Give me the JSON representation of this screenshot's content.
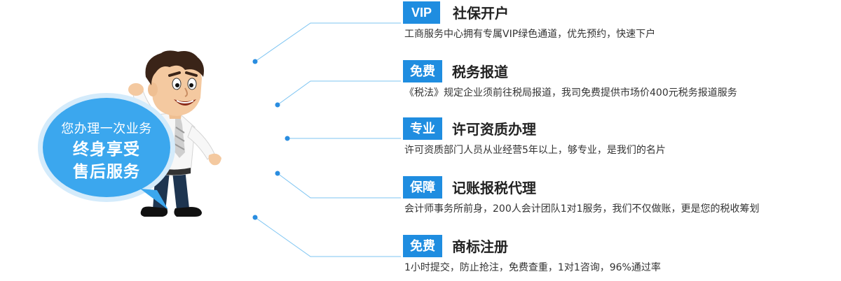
{
  "bubble": {
    "line1": "您办理一次业务",
    "line2": "终身享受",
    "line3": "售后服务"
  },
  "features": [
    {
      "badge": "VIP",
      "title": "社保开户",
      "desc": "工商服务中心拥有专属VIP绿色通道，优先预约，快速下户"
    },
    {
      "badge": "免费",
      "title": "税务报道",
      "desc": "《税法》规定企业须前往税局报道，我司免费提供市场价400元税务报道服务"
    },
    {
      "badge": "专业",
      "title": "许可资质办理",
      "desc": "许可资质部门人员从业经营5年以上，够专业，是我们的名片"
    },
    {
      "badge": "保障",
      "title": "记账报税代理",
      "desc": "会计师事务所前身，200人会计团队1对1服务，我们不仅做账，更是您的税收筹划"
    },
    {
      "badge": "免费",
      "title": "商标注册",
      "desc": "1小时提交，防止抢注，免费查重，1对1咨询，96%通过率"
    }
  ],
  "colors": {
    "badge": "#1f8de0",
    "bubble": "#3ba7ee",
    "line": "#7cc4f2",
    "dot": "#2a8de0"
  }
}
